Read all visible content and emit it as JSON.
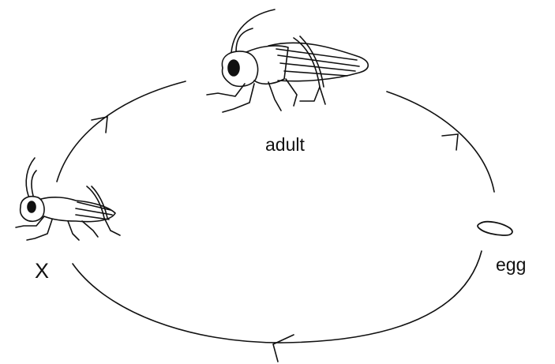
{
  "diagram": {
    "labels": {
      "adult": "adult",
      "egg": "egg",
      "nymph": "X"
    },
    "stages": [
      "adult",
      "egg",
      "X"
    ],
    "icons": {
      "adult": "grasshopper-adult-icon",
      "egg": "egg-icon",
      "nymph": "grasshopper-nymph-icon"
    },
    "colors": {
      "line": "#111111",
      "background": "#ffffff"
    }
  }
}
